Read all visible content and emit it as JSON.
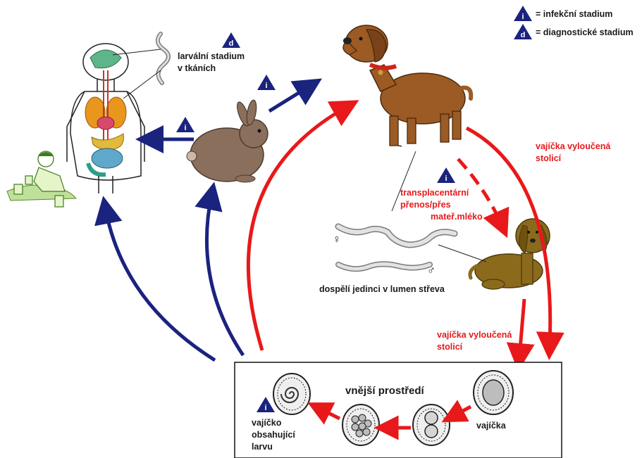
{
  "legend": {
    "infective_symbol": "i",
    "infective_label": "= infekční stadium",
    "diagnostic_symbol": "d",
    "diagnostic_label": "= diagnostické stadium"
  },
  "labels": {
    "larval_stage_line1": "larvální stadium",
    "larval_stage_line2": "v tkáních",
    "eggs_shed_dog_line1": "vajíčka vyloučená",
    "eggs_shed_dog_line2": "stolicí",
    "transplacental_line1": "transplacentární",
    "transplacental_line2": "přenos/přes",
    "transplacental_line3": "mateř.mléko",
    "adults_caption": "dospělí jedinci v lumen střeva",
    "female_symbol": "♀",
    "male_symbol": "♂",
    "eggs_shed_puppy_line1": "vajíčka vyloučená",
    "eggs_shed_puppy_line2": "stolicí",
    "environment_title": "vnější prostředí",
    "eggs_label": "vajíčka",
    "larvated_egg_line1": "vajíčko",
    "larvated_egg_line2": "obsahující",
    "larvated_egg_line3": "larvu"
  },
  "markers": {
    "human_diagnostic": "d",
    "to_dog_infective": "i",
    "to_human_infective": "i",
    "transplacental_infective": "i",
    "larvated_egg_infective": "i"
  },
  "colors": {
    "red_arrow": "#e8191a",
    "blue_arrow": "#1a237e",
    "red_text": "#e8191a",
    "marker_fill": "#1a237e",
    "dog_fur": "#9c5a24",
    "puppy_fur": "#8b6a1c",
    "rabbit_fur": "#8a6f5c"
  }
}
